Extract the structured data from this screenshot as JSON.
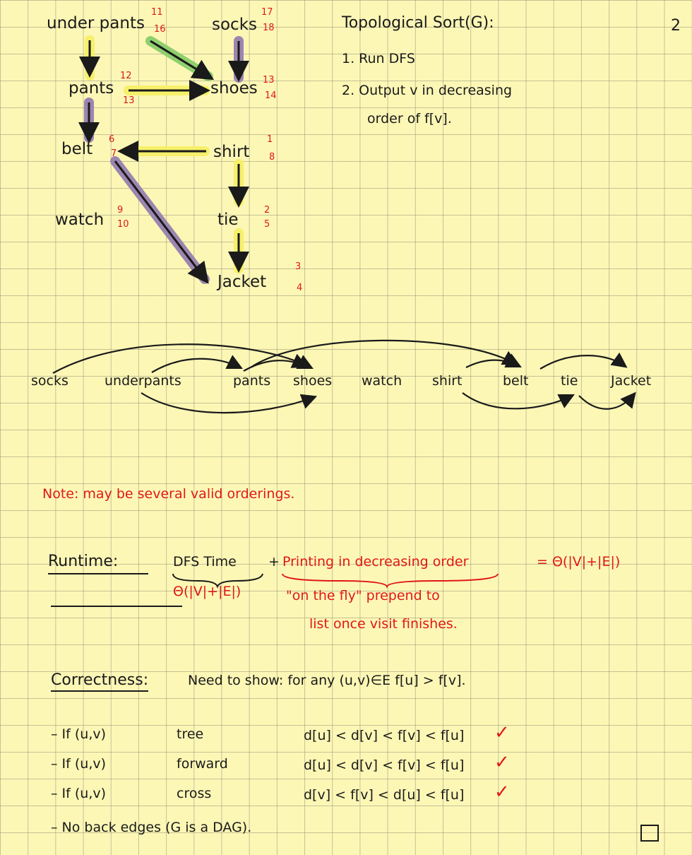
{
  "page_number": "2",
  "graph": {
    "nodes": [
      {
        "id": "underpants",
        "label": "under pants",
        "d": "11",
        "f": "16"
      },
      {
        "id": "socks",
        "label": "socks",
        "d": "17",
        "f": "18"
      },
      {
        "id": "pants",
        "label": "pants",
        "d": "12",
        "f": "13"
      },
      {
        "id": "shoes",
        "label": "shoes",
        "d": "13",
        "f": "14"
      },
      {
        "id": "belt",
        "label": "belt",
        "d": "6",
        "f": "7"
      },
      {
        "id": "shirt",
        "label": "shirt",
        "d": "1",
        "f": "8"
      },
      {
        "id": "watch",
        "label": "watch",
        "d": "9",
        "f": "10"
      },
      {
        "id": "tie",
        "label": "tie",
        "d": "2",
        "f": "5"
      },
      {
        "id": "jacket",
        "label": "Jacket",
        "d": "3",
        "f": "4"
      }
    ]
  },
  "algorithm": {
    "title": "Topological Sort(G):",
    "step1": "1. Run DFS",
    "step2a": "2. Output v in decreasing",
    "step2b": "order of f[v]."
  },
  "ordering": [
    "socks",
    "underpants",
    "pants",
    "shoes",
    "watch",
    "shirt",
    "belt",
    "tie",
    "Jacket"
  ],
  "note": "Note: may be several valid orderings.",
  "runtime": {
    "label": "Runtime:",
    "dfs": "DFS Time",
    "plus": "+",
    "printing": "Printing in decreasing order",
    "equals": "= Θ(|V|+|E|)",
    "dfs_cost": "Θ(|V|+|E|)",
    "fly1": "\"on the fly\" prepend to",
    "fly2": "list once visit finishes."
  },
  "correctness": {
    "label": "Correctness:",
    "claim": "Need to show: for any (u,v)∈E   f[u] > f[v].",
    "cases": [
      {
        "cond": "– If (u,v)",
        "kind": "tree",
        "rel": "d[u] < d[v] < f[v] < f[u]",
        "check": "✓"
      },
      {
        "cond": "– If (u,v)",
        "kind": "forward",
        "rel": "d[u] < d[v] < f[v] < f[u]",
        "check": "✓"
      },
      {
        "cond": "– If (u,v)",
        "kind": "cross",
        "rel": "d[v] < f[v] < d[u] < f[u]",
        "check": "✓"
      }
    ],
    "last": "– No back edges (G is a DAG).",
    "qed": "□"
  },
  "colors": {
    "paper": "#fdf7b6",
    "red": "#e01818",
    "ink": "#1a1a1a",
    "yellow": "#f6f06a",
    "purple": "#9c86b0",
    "green": "#8fcf6e"
  }
}
